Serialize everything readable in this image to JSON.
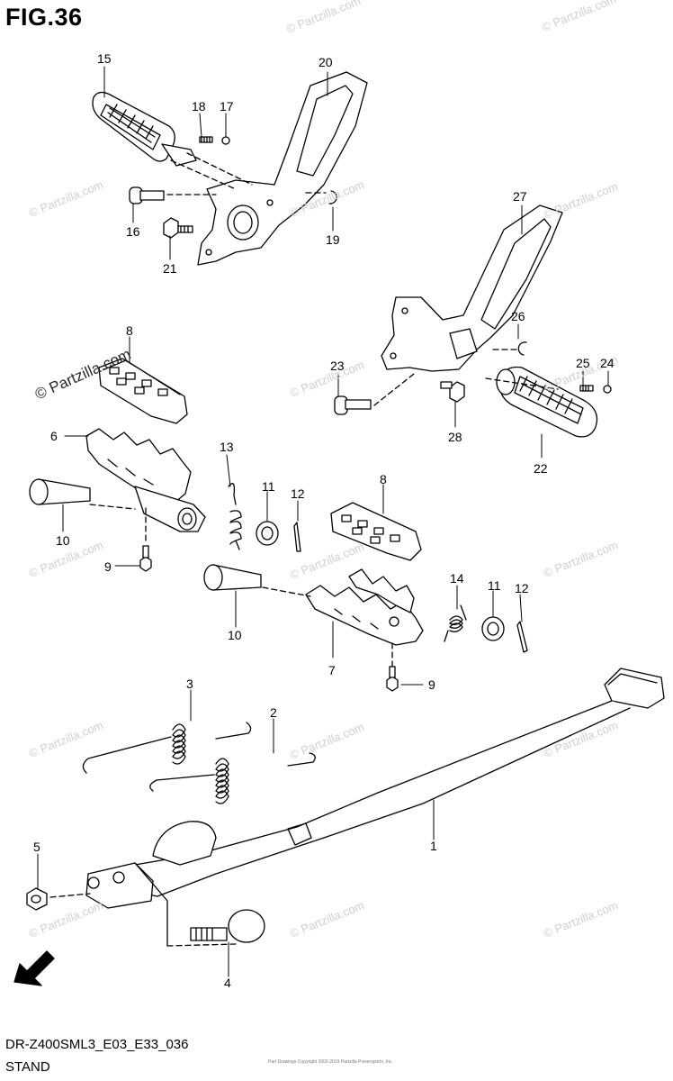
{
  "title": "FIG.36",
  "footer": {
    "code": "DR-Z400SML3_E03_E33_036",
    "name": "STAND",
    "fine_print": "Part Drawings Copyright 2002-2019 Partzilla Powersports, Inc."
  },
  "watermark": {
    "text": "© Partzilla.com",
    "text_left": "© Partzilla.com"
  },
  "fwd_label": "FWD",
  "callouts": [
    {
      "id": "c1",
      "label": "1"
    },
    {
      "id": "c2",
      "label": "2"
    },
    {
      "id": "c3",
      "label": "3"
    },
    {
      "id": "c4",
      "label": "4"
    },
    {
      "id": "c5",
      "label": "5"
    },
    {
      "id": "c6",
      "label": "6"
    },
    {
      "id": "c7",
      "label": "7"
    },
    {
      "id": "c8a",
      "label": "8"
    },
    {
      "id": "c8b",
      "label": "8"
    },
    {
      "id": "c9a",
      "label": "9"
    },
    {
      "id": "c9b",
      "label": "9"
    },
    {
      "id": "c10a",
      "label": "10"
    },
    {
      "id": "c10b",
      "label": "10"
    },
    {
      "id": "c11a",
      "label": "11"
    },
    {
      "id": "c11b",
      "label": "11"
    },
    {
      "id": "c12a",
      "label": "12"
    },
    {
      "id": "c12b",
      "label": "12"
    },
    {
      "id": "c13",
      "label": "13"
    },
    {
      "id": "c14",
      "label": "14"
    },
    {
      "id": "c15",
      "label": "15"
    },
    {
      "id": "c16",
      "label": "16"
    },
    {
      "id": "c17",
      "label": "17"
    },
    {
      "id": "c18",
      "label": "18"
    },
    {
      "id": "c19",
      "label": "19"
    },
    {
      "id": "c20",
      "label": "20"
    },
    {
      "id": "c21",
      "label": "21"
    },
    {
      "id": "c22",
      "label": "22"
    },
    {
      "id": "c23",
      "label": "23"
    },
    {
      "id": "c24",
      "label": "24"
    },
    {
      "id": "c25",
      "label": "25"
    },
    {
      "id": "c26",
      "label": "26"
    },
    {
      "id": "c27",
      "label": "27"
    },
    {
      "id": "c28",
      "label": "28"
    }
  ]
}
